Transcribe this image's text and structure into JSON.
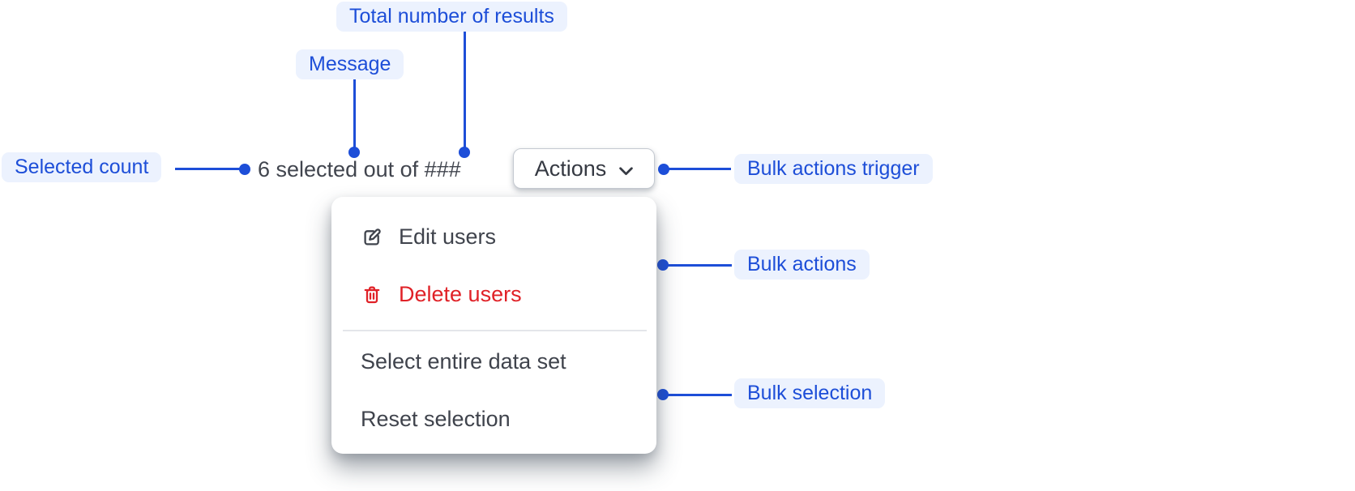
{
  "annotations": {
    "selected_count": "Selected count",
    "message": "Message",
    "total_results": "Total number of results",
    "bulk_actions_trigger": "Bulk actions trigger",
    "bulk_actions": "Bulk actions",
    "bulk_selection": "Bulk selection"
  },
  "toolbar": {
    "message": "6 selected out of ###",
    "actions_label": "Actions"
  },
  "menu": {
    "items": [
      {
        "label": "Edit users",
        "icon": "edit-icon",
        "variant": "default"
      },
      {
        "label": "Delete users",
        "icon": "trash-icon",
        "variant": "danger"
      },
      {
        "label": "Select entire data set",
        "icon": null,
        "variant": "default"
      },
      {
        "label": "Reset selection",
        "icon": null,
        "variant": "default"
      }
    ]
  },
  "colors": {
    "accent_blue": "#1d4ed8",
    "callout_background": "#ecf2fe",
    "danger_red": "#e02127",
    "text_dark": "#3f434c",
    "button_border": "#c5cad1",
    "divider": "#e4e6ea",
    "background": "#ffffff"
  }
}
